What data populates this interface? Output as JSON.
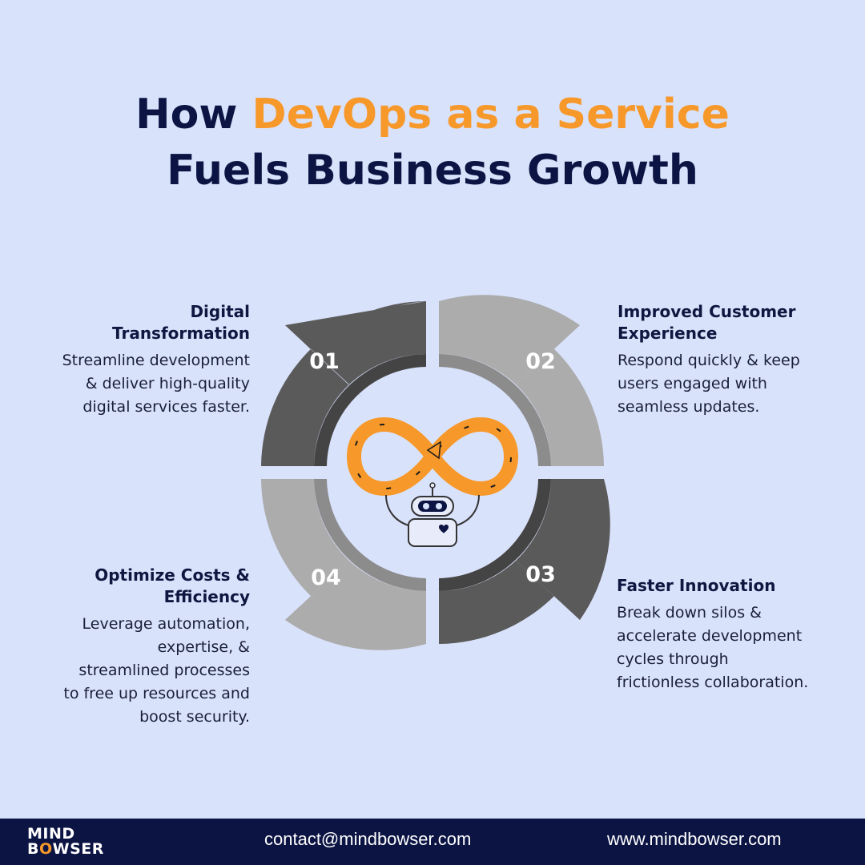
{
  "title": {
    "part1": "How ",
    "highlight": "DevOps as a Service",
    "line2": "Fuels Business Growth"
  },
  "colors": {
    "background": "#d9e2fb",
    "navy": "#0b1443",
    "orange": "#f7982a",
    "dark_segment": "#5a5a5a",
    "light_segment": "#acacac"
  },
  "steps": [
    {
      "number": "01",
      "title": "Digital Transformation",
      "text": "Streamline development & deliver high-quality digital services faster."
    },
    {
      "number": "02",
      "title": "Improved Customer Experience",
      "text": "Respond quickly & keep users engaged with seamless updates."
    },
    {
      "number": "03",
      "title": "Faster Innovation",
      "text": "Break down silos & accelerate development cycles through frictionless collaboration."
    },
    {
      "number": "04",
      "title": "Optimize Costs & Efficiency",
      "text": "Leverage automation, expertise, & streamlined processes to free up resources and boost security."
    }
  ],
  "center_icons": [
    "infinity-loop-icon",
    "robot-icon"
  ],
  "footer": {
    "logo_line1": "MIND",
    "logo_line2_a": "B",
    "logo_line2_o": "O",
    "logo_line2_b": "WSER",
    "email": "contact@mindbowser.com",
    "website": "www.mindbowser.com"
  }
}
